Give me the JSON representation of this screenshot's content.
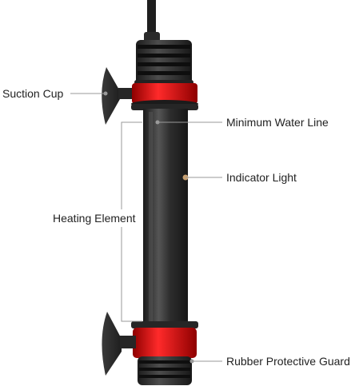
{
  "labels": {
    "suction_cup": "Suction Cup",
    "minimum_water_line": "Minimum Water Line",
    "indicator_light": "Indicator Light",
    "heating_element": "Heating Element",
    "rubber_protective_guard": "Rubber Protective Guard"
  },
  "colors": {
    "body_dark": "#2a2a2a",
    "body_highlight": "#4a4a4a",
    "band_red": "#e01010",
    "band_red_dark": "#9a0000",
    "suction_cup": "#2e2e2e",
    "leader_line": "#9a9a9a",
    "indicator": "#c8a070"
  }
}
